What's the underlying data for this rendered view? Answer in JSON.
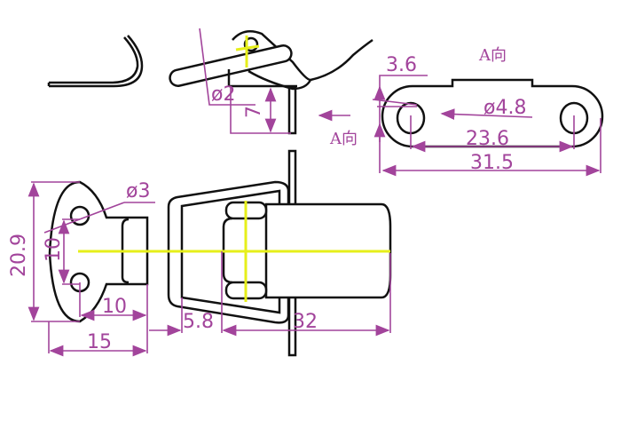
{
  "title": "Toggle latch dimension drawing",
  "colors": {
    "dimension": "#a2449b",
    "outline": "#111111",
    "centerline": "#e6ef1a"
  },
  "side_view": {
    "pin_diameter": "ø2",
    "plate_height": "7",
    "view_arrow_label": "A向"
  },
  "view_a": {
    "title": "A向",
    "offset": "3.6",
    "hole_diameter": "ø4.8",
    "hole_spacing": "23.6",
    "overall_length": "31.5"
  },
  "top_view": {
    "overall_height": "20.9",
    "hole_spacing": "10",
    "hole_diameter": "ø3",
    "neck_length": "10",
    "base_length": "15",
    "gap": "5.8",
    "body_length": "32"
  }
}
